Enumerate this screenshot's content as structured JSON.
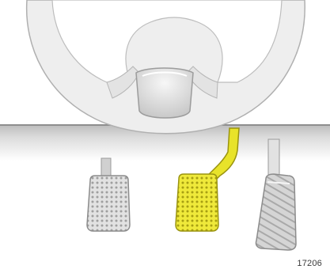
{
  "figure": {
    "number": "17206"
  },
  "colors": {
    "background": "#ffffff",
    "wheel": "#ececec",
    "wheel_outline": "#b5b5b5",
    "dashboard": "#d9d9d9",
    "highlight": "#e8e32a",
    "highlight_outline": "#9a9410",
    "pedal_inactive": "#dcdcdc"
  },
  "pedals": [
    {
      "name": "clutch-pedal",
      "highlighted": false
    },
    {
      "name": "brake-pedal",
      "highlighted": true
    },
    {
      "name": "accelerator-pedal",
      "highlighted": false
    }
  ]
}
